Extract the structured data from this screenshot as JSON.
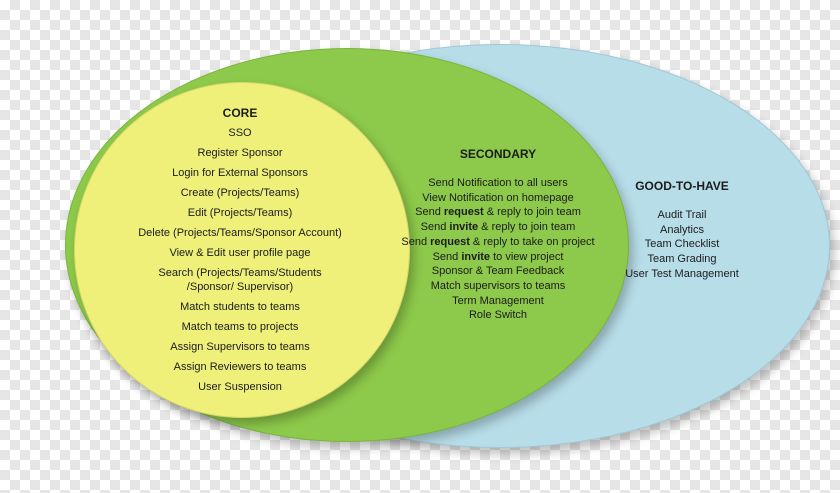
{
  "core": {
    "title": "CORE",
    "items": [
      "SSO",
      "Register Sponsor",
      "Login for External Sponsors",
      "Create (Projects/Teams)",
      "Edit (Projects/Teams)",
      "Delete (Projects/Teams/Sponsor Account)",
      "View & Edit user profile page",
      "Search (Projects/Teams/Students /Sponsor/ Supervisor)",
      "Match students to teams",
      "Match teams to projects",
      "Assign Supervisors to teams",
      "Assign Reviewers to teams",
      "User Suspension"
    ],
    "search_line1": "Search (Projects/Teams/Students",
    "search_line2": "/Sponsor/ Supervisor)"
  },
  "secondary": {
    "title": "SECONDARY",
    "items": [
      "Send Notification to all users",
      "View Notification on homepage",
      "Send request & reply to join team",
      "Send invite & reply to join team",
      "Send request & reply to take on project",
      "Send invite to view project",
      "Sponsor & Team Feedback",
      "Match supervisors to teams",
      "Term Management",
      "Role Switch"
    ],
    "i2_pre": "Send ",
    "i2_bold": "request",
    "i2_post": " & reply to join team",
    "i3_pre": "Send ",
    "i3_bold": "invite",
    "i3_post": " & reply to join team",
    "i4_pre": "Send ",
    "i4_bold": "request",
    "i4_post": " & reply to take on project",
    "i5_pre": "Send ",
    "i5_bold": "invite",
    "i5_post": " to view project"
  },
  "good_to_have": {
    "title": "GOOD-TO-HAVE",
    "items": [
      "Audit Trail",
      "Analytics",
      "Team Checklist",
      "Team Grading",
      "User Test Management"
    ]
  },
  "colors": {
    "core": "#eef07a",
    "secondary": "#8dc94a",
    "good_to_have": "#b7dde8"
  }
}
